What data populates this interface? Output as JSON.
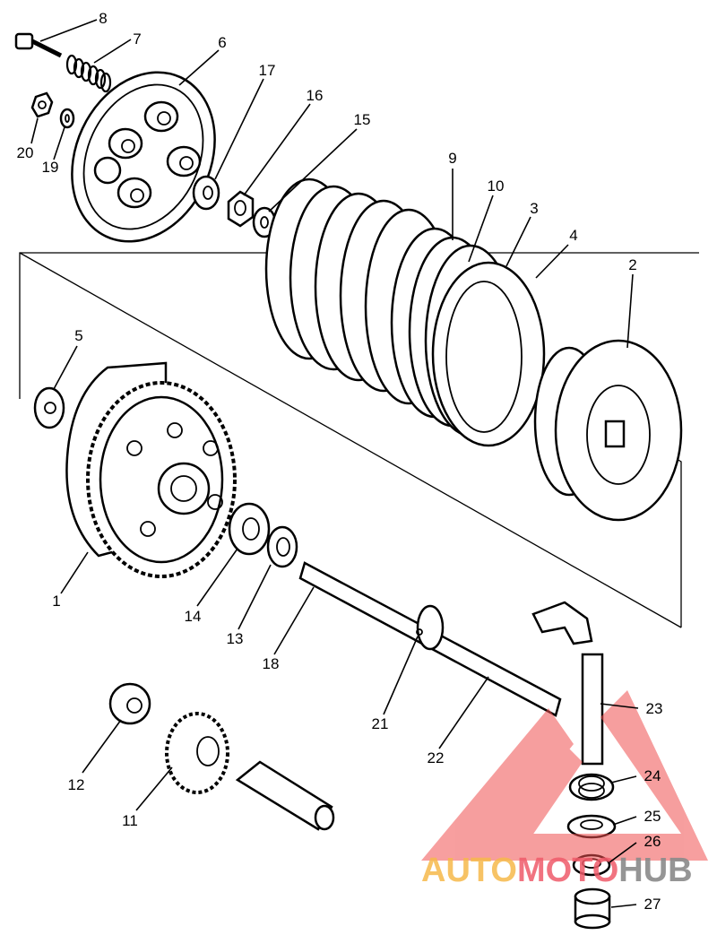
{
  "diagram": {
    "labels": [
      "8",
      "7",
      "6",
      "20",
      "19",
      "17",
      "16",
      "15",
      "9",
      "10",
      "3",
      "4",
      "2",
      "5",
      "1",
      "14",
      "13",
      "18",
      "21",
      "22",
      "23",
      "12",
      "11",
      "24",
      "25",
      "26",
      "27"
    ]
  },
  "watermark": {
    "part1": "AUTO",
    "part2": "MOTO",
    "part3": "HUB",
    "colors": {
      "triangle": "#f05050",
      "auto": "#f6b84a",
      "moto": "#ef5a6a",
      "hub": "#8a8a8a"
    }
  }
}
